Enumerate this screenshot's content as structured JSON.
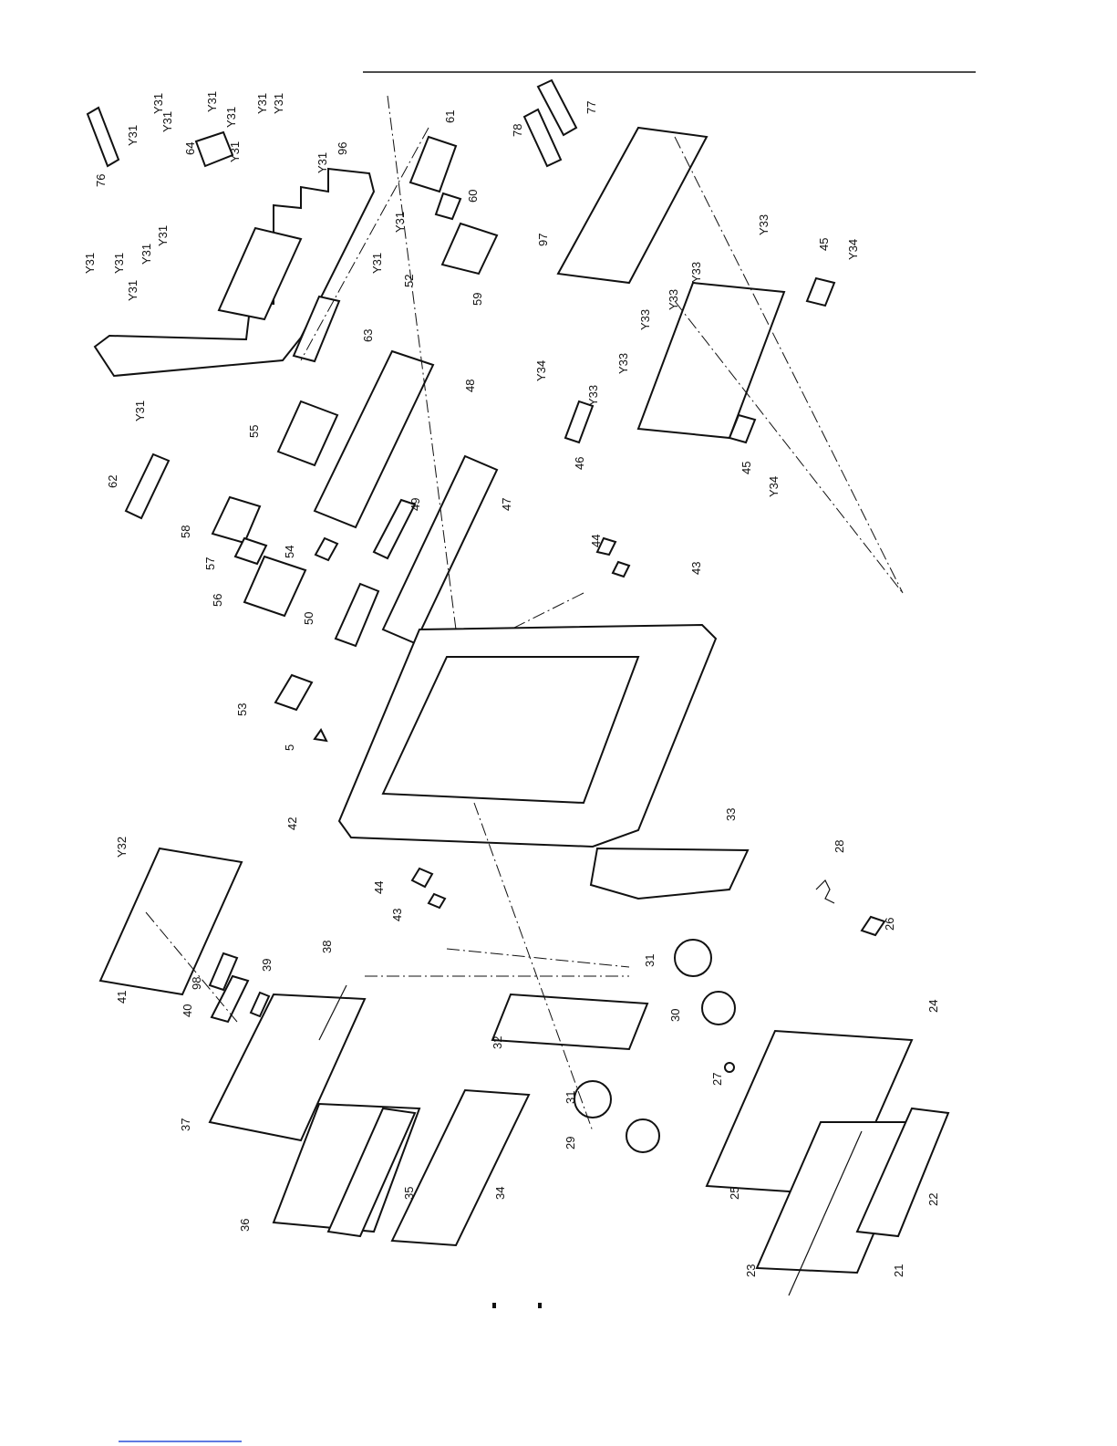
{
  "callouts": {
    "c21": "21",
    "c22": "22",
    "c23": "23",
    "c24": "24",
    "c25": "25",
    "c26": "26",
    "c27": "27",
    "c28": "28",
    "c29": "29",
    "c30": "30",
    "c31a": "31",
    "c31b": "31",
    "c32": "32",
    "c33": "33",
    "c34": "34",
    "c35": "35",
    "c36": "36",
    "c37": "37",
    "c38": "38",
    "c39": "39",
    "c40": "40",
    "c41": "41",
    "c42": "42",
    "c43a": "43",
    "c43b": "43",
    "c44a": "44",
    "c44b": "44",
    "c45a": "45",
    "c45b": "45",
    "c46": "46",
    "c47": "47",
    "c48": "48",
    "c49": "49",
    "c50": "50",
    "c52": "52",
    "c53": "53",
    "c5": "5",
    "c54": "54",
    "c55": "55",
    "c56": "56",
    "c57": "57",
    "c58": "58",
    "c59": "59",
    "c60": "60",
    "c61": "61",
    "c62": "62",
    "c63": "63",
    "c64": "64",
    "c76": "76",
    "c77": "77",
    "c78": "78",
    "c96": "96",
    "c97": "97",
    "c98": "98",
    "y31": "Y31",
    "y32": "Y32",
    "y33": "Y33",
    "y34": "Y34"
  },
  "colors": {
    "ink": "#111111",
    "paper": "#ffffff",
    "footer_link": "#2b4fd9"
  }
}
